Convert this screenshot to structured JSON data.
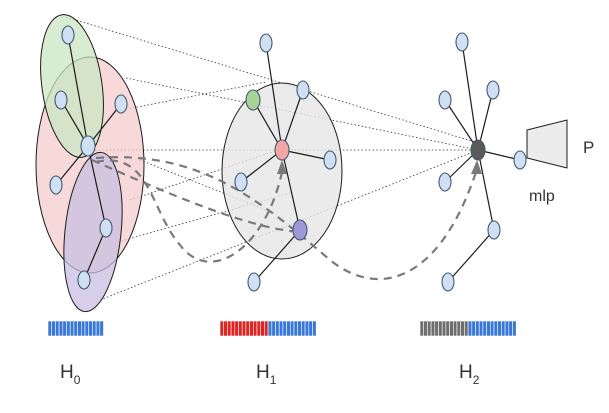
{
  "diagram": {
    "layers": [
      {
        "name": "H0",
        "main": "H",
        "sub": "0"
      },
      {
        "name": "H1",
        "main": "H",
        "sub": "1"
      },
      {
        "name": "H2",
        "main": "H",
        "sub": "2"
      }
    ],
    "head": {
      "output_label": "P",
      "module_label": "mlp"
    },
    "feature_bars": [
      {
        "layer": "H0",
        "segments": [
          {
            "color": "#3a78d8",
            "count": 15
          }
        ]
      },
      {
        "layer": "H1",
        "segments": [
          {
            "color": "#e02424",
            "count": 13
          },
          {
            "color": "#3a78d8",
            "count": 13
          }
        ]
      },
      {
        "layer": "H2",
        "segments": [
          {
            "color": "#6e6e6e",
            "count": 13
          },
          {
            "color": "#3a78d8",
            "count": 13
          }
        ]
      }
    ],
    "colors": {
      "node_blue": "#cfe0f4",
      "node_green": "#a8d49a",
      "node_red": "#f4a6a6",
      "node_purple": "#9f98d6",
      "node_dark": "#5a5a5a",
      "hop_green": "#c9e6c2",
      "hop_red": "#f4cccc",
      "hop_purple": "#c9bfe2",
      "receptive_field": "#e6e6e6"
    }
  }
}
